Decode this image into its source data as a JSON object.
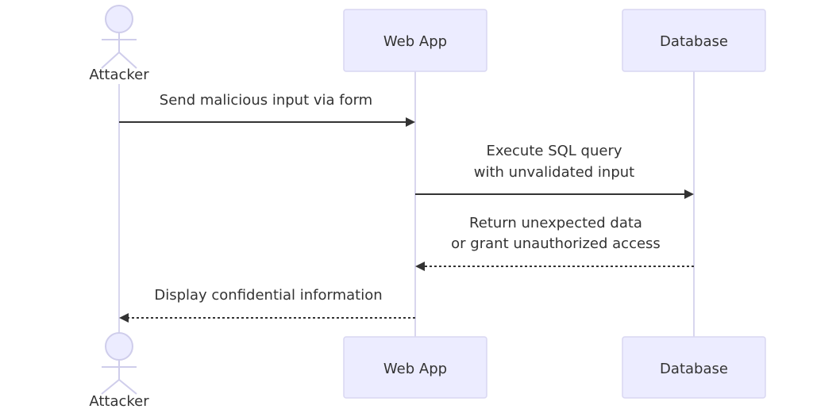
{
  "participants": {
    "attacker": "Attacker",
    "webapp": "Web App",
    "database": "Database"
  },
  "messages": [
    {
      "line1": "Send malicious input via form",
      "line2": ""
    },
    {
      "line1": "Execute SQL query",
      "line2": "with unvalidated input"
    },
    {
      "line1": "Return unexpected data",
      "line2": "or grant unauthorized access"
    },
    {
      "line1": "Display confidential information",
      "line2": ""
    }
  ],
  "colors": {
    "participant_fill": "#ECECFF",
    "participant_border": "#D9D7F2",
    "lifeline": "#D8D6EE",
    "text": "#333333"
  }
}
